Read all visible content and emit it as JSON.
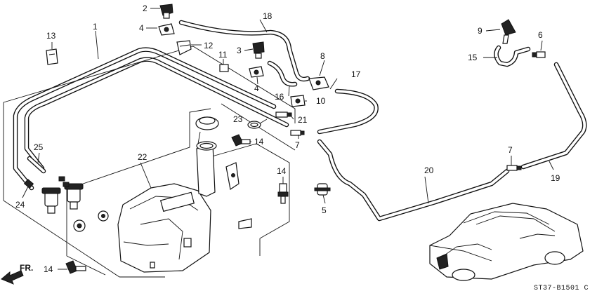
{
  "diagram_code": "ST37-B1501 C",
  "direction_label": "FR.",
  "callouts": [
    {
      "id": "c1",
      "label": "1"
    },
    {
      "id": "c2",
      "label": "2"
    },
    {
      "id": "c3",
      "label": "3"
    },
    {
      "id": "c4a",
      "label": "4"
    },
    {
      "id": "c4b",
      "label": "4"
    },
    {
      "id": "c5",
      "label": "5"
    },
    {
      "id": "c6",
      "label": "6"
    },
    {
      "id": "c7a",
      "label": "7"
    },
    {
      "id": "c7b",
      "label": "7"
    },
    {
      "id": "c8",
      "label": "8"
    },
    {
      "id": "c9",
      "label": "9"
    },
    {
      "id": "c10",
      "label": "10"
    },
    {
      "id": "c11",
      "label": "11"
    },
    {
      "id": "c12",
      "label": "12"
    },
    {
      "id": "c13",
      "label": "13"
    },
    {
      "id": "c14a",
      "label": "14"
    },
    {
      "id": "c14b",
      "label": "14"
    },
    {
      "id": "c14c",
      "label": "14"
    },
    {
      "id": "c15",
      "label": "15"
    },
    {
      "id": "c16",
      "label": "16"
    },
    {
      "id": "c17",
      "label": "17"
    },
    {
      "id": "c18",
      "label": "18"
    },
    {
      "id": "c19",
      "label": "19"
    },
    {
      "id": "c20",
      "label": "20"
    },
    {
      "id": "c21",
      "label": "21"
    },
    {
      "id": "c22",
      "label": "22"
    },
    {
      "id": "c23",
      "label": "23"
    },
    {
      "id": "c24",
      "label": "24"
    },
    {
      "id": "c25",
      "label": "25"
    }
  ]
}
